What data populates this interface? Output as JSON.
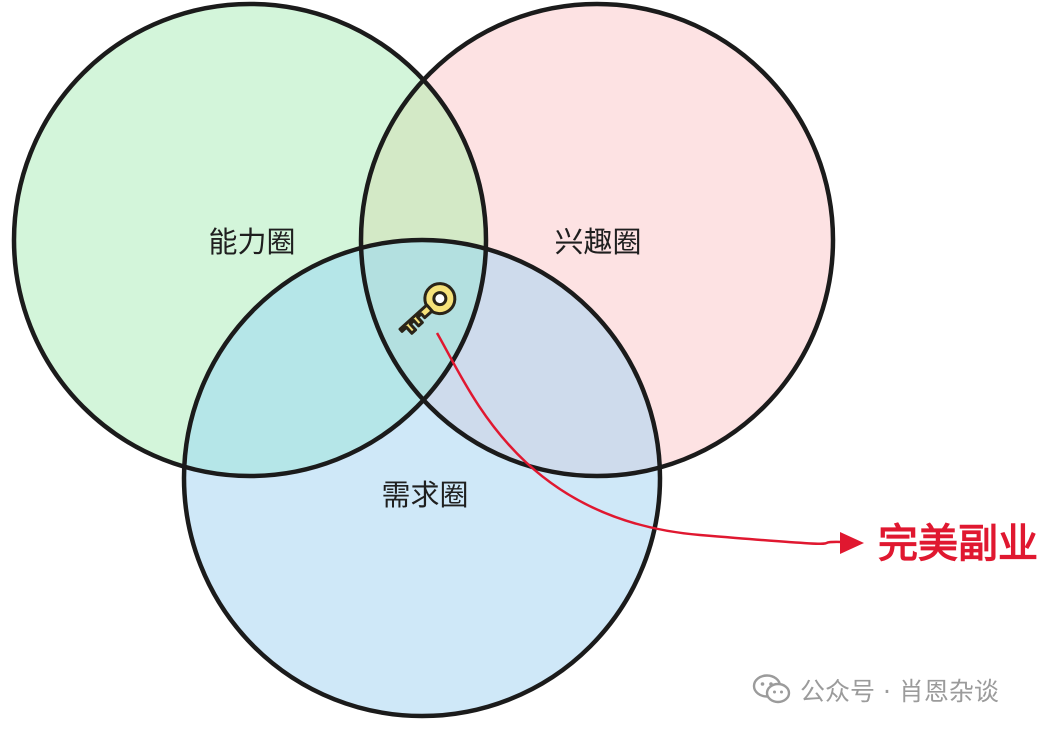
{
  "circles": [
    {
      "id": "ability",
      "label": "能力圈",
      "color": "#d3f5da"
    },
    {
      "id": "interest",
      "label": "兴趣圈",
      "color": "#fde2e3"
    },
    {
      "id": "demand",
      "label": "需求圈",
      "color": "#cfe8f8"
    }
  ],
  "overlap_colors": {
    "ability_interest": "#d3e9c6",
    "ability_demand": "#b5e6e8",
    "interest_demand": "#cedbec",
    "center": "#b3e0e0"
  },
  "center_icon": "key-icon",
  "key_color": "#f6e27a",
  "arrow_color": "#e01830",
  "result": {
    "label": "完美副业"
  },
  "watermark": {
    "icon": "wechat-icon",
    "text": "公众号 · 肖恩杂谈"
  }
}
